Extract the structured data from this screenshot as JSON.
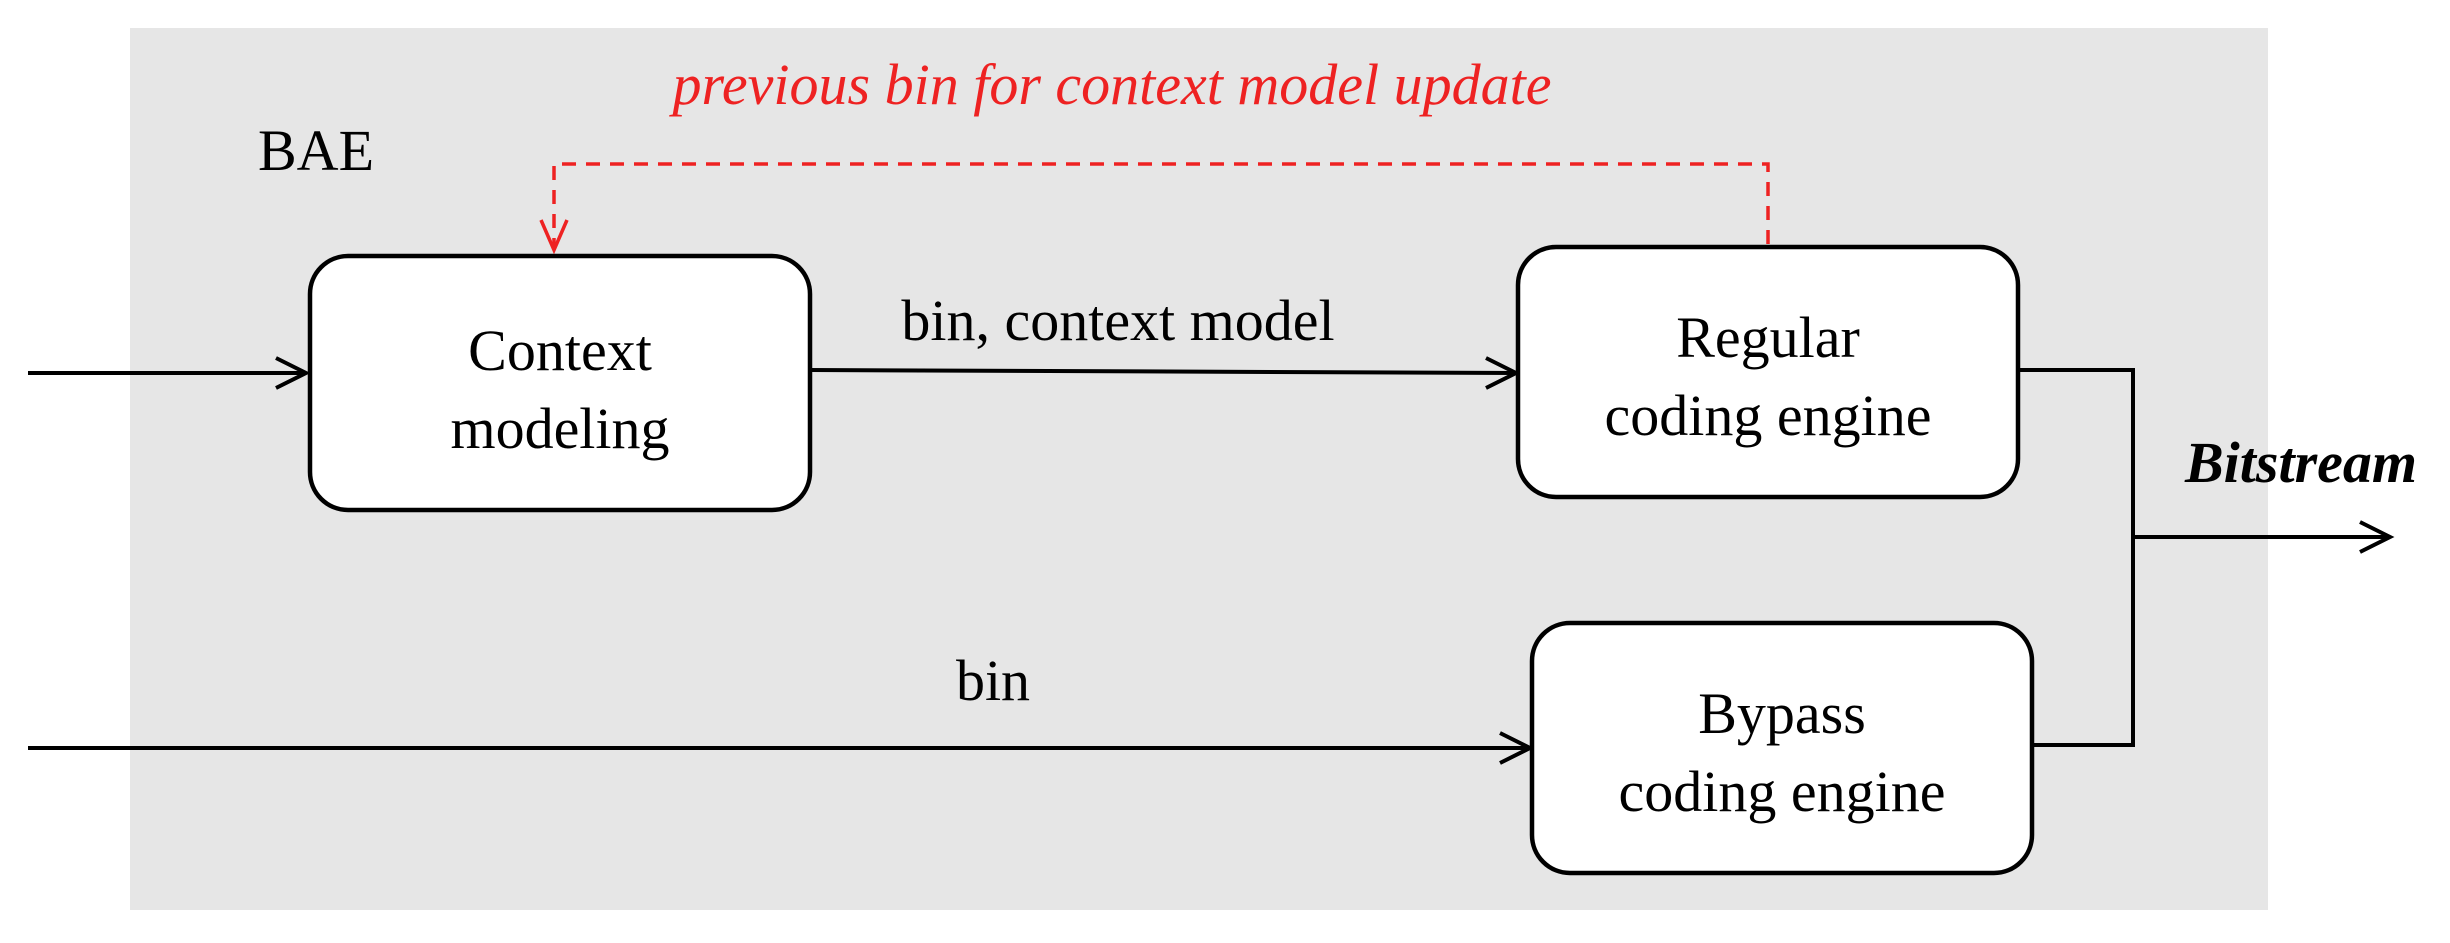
{
  "region": {
    "label": "BAE",
    "background_color": "#e6e6e6"
  },
  "feedback": {
    "label": "previous bin for context model update",
    "color": "#ee2222"
  },
  "blocks": {
    "context_modeling": [
      "Context",
      "modeling"
    ],
    "regular_engine": [
      "Regular",
      "coding engine"
    ],
    "bypass_engine": [
      "Bypass",
      "coding engine"
    ]
  },
  "edges": {
    "context_to_regular": "bin, context model",
    "bypass_input": "bin"
  },
  "output": {
    "label": "Bitstream"
  }
}
